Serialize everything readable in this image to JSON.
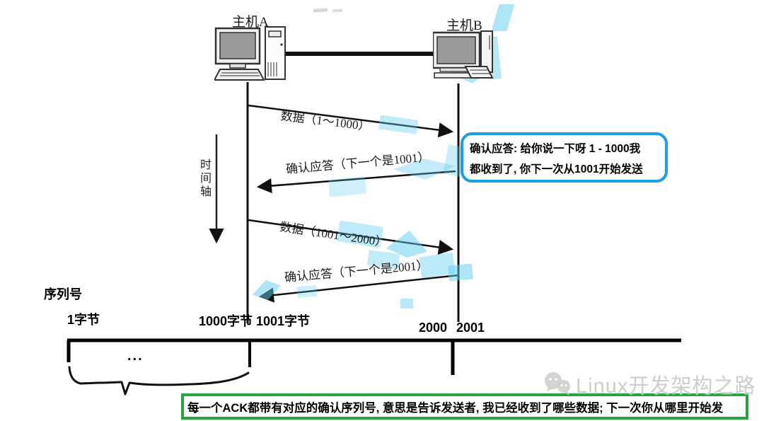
{
  "diagram": {
    "host_a": {
      "label": "主机A"
    },
    "host_b": {
      "label": "主机B"
    },
    "time_axis_label": "时间轴",
    "messages": [
      {
        "id": "data-1",
        "label": "数据（1～1000）",
        "from": "A",
        "to": "B"
      },
      {
        "id": "ack-1",
        "label": "确认应答（下一个是1001）",
        "from": "B",
        "to": "A"
      },
      {
        "id": "data-2",
        "label": "数据（1001～2000）",
        "from": "A",
        "to": "B"
      },
      {
        "id": "ack-2",
        "label": "确认应答（下一个是2001）",
        "from": "B",
        "to": "A"
      }
    ],
    "callout": {
      "line1": "确认应答: 给你说一下呀 1 - 1000我",
      "line2": "都收到了, 你下一次从1001开始发送",
      "border_color": "#189fe8"
    },
    "sequence_axis": {
      "title": "序列号",
      "byte_start": "1字节",
      "byte_1000": "1000字节",
      "byte_1001": "1001字节",
      "num_2000": "2000",
      "num_2001": "2001",
      "ellipsis": "..."
    },
    "note": {
      "text": "每一个ACK都带有对应的确认序列号, 意思是告诉发送者, 我已经收到了哪些数据; 下一次你从哪里开始发",
      "border_color": "#22a73c"
    },
    "watermark": {
      "text": "Linux开发架构之路",
      "icon": "wechat-icon",
      "color": "#cdcdcd"
    },
    "highlight_color": "#5ecdf2"
  }
}
